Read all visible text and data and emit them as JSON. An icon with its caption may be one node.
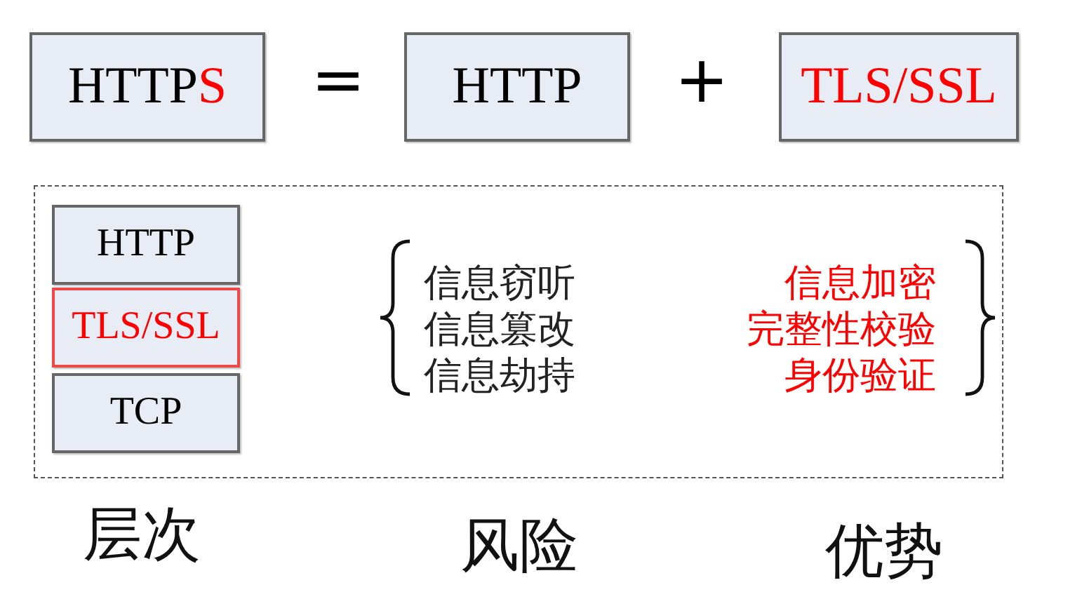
{
  "diagram": {
    "nodes": [
      {
        "text": [
          "HTTPS"
        ]
      },
      {
        "text": [
          "HTTP"
        ]
      },
      {
        "text": [
          "TLS/SSL"
        ]
      },
      {
        "text": [],
        "shape": "box"
      },
      {
        "text": [
          "HTTP"
        ],
        "in": 3
      },
      {
        "text": [
          "TLS/SSL"
        ],
        "in": 3
      },
      {
        "text": [
          "TCP"
        ],
        "in": 3
      }
    ],
    "labels": [
      "=",
      "+",
      "信息窃听",
      "信息篡改",
      "信息劫持",
      "信息加密",
      "完整性校验",
      "身份验证",
      "层次",
      "风险",
      "优势"
    ]
  }
}
